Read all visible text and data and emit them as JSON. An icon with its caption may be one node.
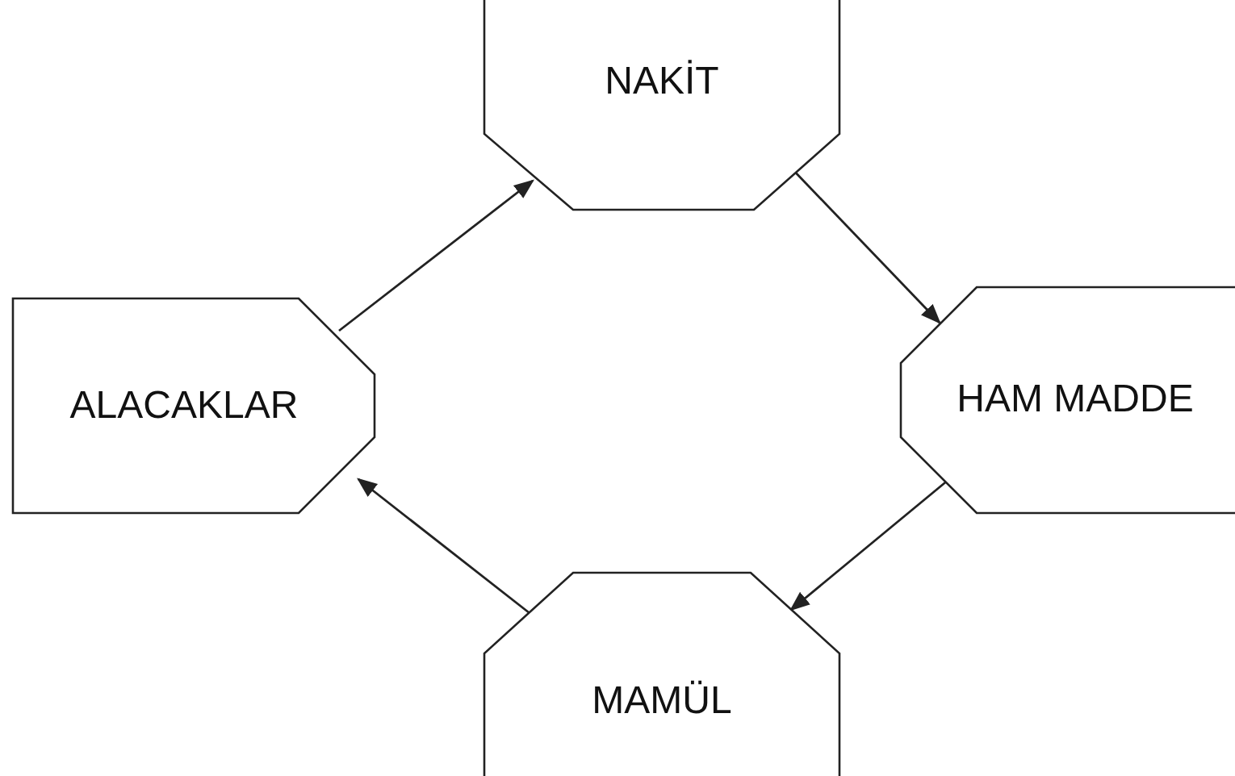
{
  "diagram": {
    "nodes": [
      {
        "text": [
          "NAKİT"
        ]
      },
      {
        "text": [
          "HAM MADDE"
        ]
      },
      {
        "text": [
          "MAMÜL"
        ]
      },
      {
        "text": [
          "ALACAKLAR"
        ]
      }
    ],
    "edges": [
      {
        "from": 3,
        "to": 0,
        "arrow": "to"
      },
      {
        "from": 0,
        "to": 1,
        "arrow": "to"
      },
      {
        "from": 1,
        "to": 2,
        "arrow": "to"
      },
      {
        "from": 2,
        "to": 3,
        "arrow": "to"
      }
    ]
  }
}
